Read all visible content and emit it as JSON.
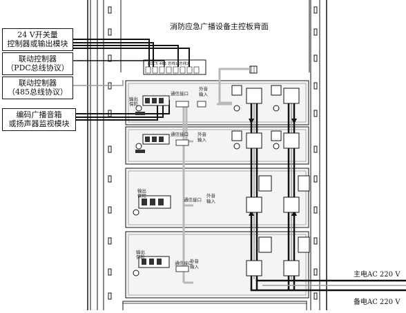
{
  "title": "消防应急广播设备主控板背面",
  "labels": [
    {
      "id": "relay",
      "lines": [
        "24 V开关量",
        "控制器或输出模块"
      ]
    },
    {
      "id": "pdc",
      "lines": [
        "联动控制器",
        "（PDC总线协议）"
      ]
    },
    {
      "id": "rs485",
      "lines": [
        "联动控制器",
        "（485总线协议）"
      ]
    },
    {
      "id": "speaker",
      "lines": [
        "编码广播音箱",
        "或扬声器监视模块"
      ]
    }
  ],
  "power": {
    "main": "主电AC 220 V",
    "backup": "备电AC 220 V"
  },
  "board_text": {
    "comm_port": "通信接口",
    "ext_audio_1": "外音",
    "ext_audio_2": "输入",
    "out_fuse_1": "输出",
    "out_fuse_2": "保险",
    "terminal_strip": "PDC5 485 总线1 总线2"
  },
  "colors": {
    "line": "#111111",
    "grey_wire": "#b8b8b8",
    "panel": "#f4f4f4"
  }
}
